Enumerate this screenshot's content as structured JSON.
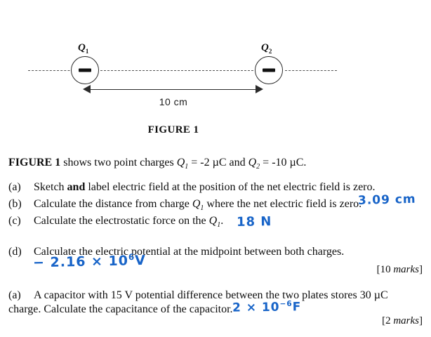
{
  "document": {
    "figure": {
      "caption": "FIGURE 1",
      "dimension_label": "10 cm",
      "charges": [
        {
          "label": "Q",
          "subscript": "1",
          "sign": "minus",
          "name": "charge-q1"
        },
        {
          "label": "Q",
          "subscript": "2",
          "sign": "minus",
          "name": "charge-q2"
        }
      ]
    },
    "intro": {
      "bold_prefix": "FIGURE 1",
      "rest_1": " shows two point charges ",
      "q1_symbol": "Q",
      "q1_sub": "1",
      "q1_value": " = -2 µC and ",
      "q2_symbol": "Q",
      "q2_sub": "2",
      "q2_value": " = -10 µC."
    },
    "questions": [
      {
        "tag": "(a)",
        "text_1": "Sketch ",
        "bold": "and",
        "text_2": " label electric field at the position of the net electric field is zero.",
        "answer": ""
      },
      {
        "tag": "(b)",
        "text_1": "Calculate the distance from charge ",
        "var_symbol": "Q",
        "var_sub": "1",
        "text_2": " where the net electric field is zero.",
        "answer": "3.09 cm"
      },
      {
        "tag": "(c)",
        "text_1": "Calculate the electrostatic force on the ",
        "var_symbol": "Q",
        "var_sub": "1",
        "text_2": ".",
        "answer": "18 N"
      },
      {
        "tag": "(d)",
        "text_1": "Calculate the electric potential at the midpoint between both charges.",
        "answer_mantissa": "− 2.16 × 10",
        "answer_exponent": "6",
        "answer_unit": "V"
      }
    ],
    "marks_1": "[10 marks]",
    "marks_1_number": "[10 ",
    "marks_1_word": "marks",
    "marks_1_close": "]",
    "question_2": {
      "tag": "(a)",
      "line_1": "A capacitor with 15 V potential difference between the two plates stores 30 µC",
      "line_2": "charge. Calculate the capacitance of the capacitor.",
      "answer_mantissa": "2 × 10",
      "answer_exponent": "−6",
      "answer_unit": "F"
    },
    "marks_2_number": "[2 ",
    "marks_2_word": "marks",
    "marks_2_close": "]",
    "colors": {
      "ink_blue": "#1864c8",
      "text_black": "#0d0d0d",
      "line_gray": "#555555",
      "page_background": "#ffffff"
    }
  }
}
